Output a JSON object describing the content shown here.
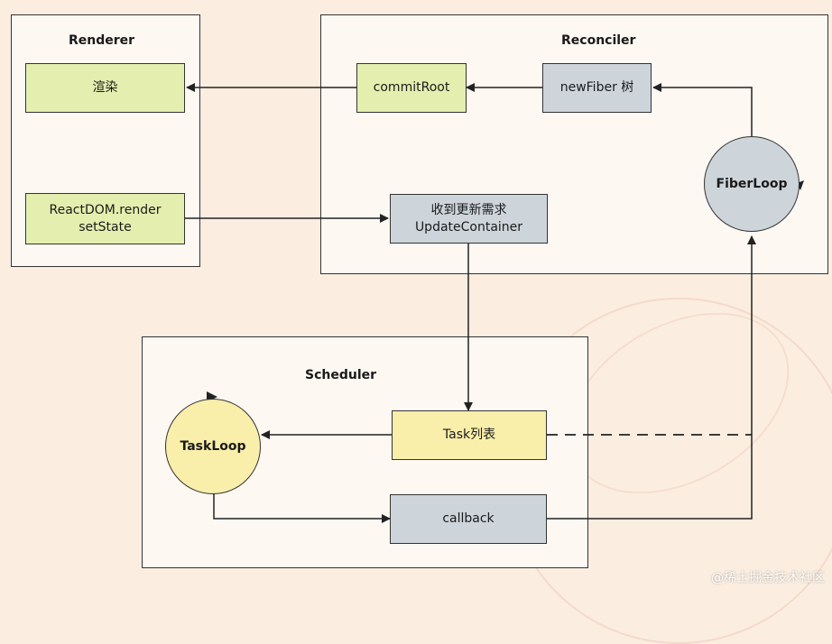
{
  "groups": {
    "renderer": "Renderer",
    "reconciler": "Reconciler",
    "scheduler": "Scheduler"
  },
  "nodes": {
    "render_paint": "渲染",
    "react_dom_render": "ReactDOM.render",
    "set_state": "setState",
    "commit_root": "commitRoot",
    "new_fiber_tree": "newFiber 树",
    "update_request": "收到更新需求",
    "update_container": "UpdateContainer",
    "fiber_loop": "FiberLoop",
    "task_list": "Task列表",
    "task_loop": "TaskLoop",
    "callback": "callback"
  },
  "watermark": "@稀土掘金技术社区",
  "colors": {
    "background": "#fbeee0",
    "green": "#e4efaf",
    "gray": "#cdd5db",
    "yellow": "#f9eeaa"
  }
}
